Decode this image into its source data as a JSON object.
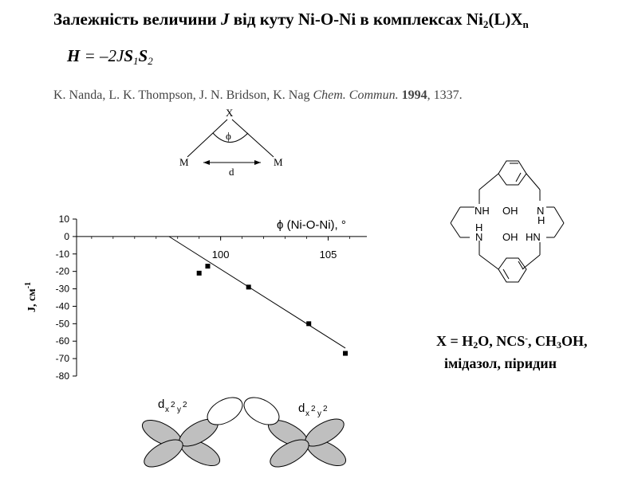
{
  "title": {
    "pre": "Залежність величини ",
    "J": "J",
    "mid": " від куту Ni-O-Ni в комплексах Ni",
    "sub2": "2",
    "after": "(L)X",
    "subn": "n"
  },
  "hamiltonian": {
    "lhs": "H",
    "eq": " = –2J",
    "S": "S",
    "sub1": "1",
    "sub2": "2"
  },
  "reference": {
    "authors": "K. Nanda, L. K. Thompson, J. N. Bridson, K. Nag ",
    "journal": "Chem. Commun.",
    "year": "1994",
    "pages": ", 1337."
  },
  "angle_diagram": {
    "x_label": "X",
    "phi_label": "ϕ",
    "m_left": "M",
    "m_right": "M",
    "d_label": "d"
  },
  "chart_data": {
    "type": "scatter",
    "xlabel": "ϕ (Ni-O-Ni), °",
    "ylabel": "J, см-1",
    "x_ticks": [
      100,
      105
    ],
    "y_ticks": [
      10,
      0,
      -10,
      -20,
      -30,
      -40,
      -50,
      -60,
      -70,
      -80
    ],
    "xlim": [
      93.3,
      106.8
    ],
    "ylim": [
      -80,
      10
    ],
    "points": [
      {
        "x": 99.0,
        "y": -21
      },
      {
        "x": 99.4,
        "y": -17
      },
      {
        "x": 101.3,
        "y": -29
      },
      {
        "x": 104.1,
        "y": -50
      },
      {
        "x": 105.8,
        "y": -67
      }
    ],
    "fit_line": {
      "x": [
        97.6,
        105.8
      ],
      "y": [
        0,
        -64
      ]
    }
  },
  "macrocycle": {
    "nh_top_left": "NH",
    "oh_top": "OH",
    "n_top_right": "N",
    "h_top_right": "H",
    "h_bot_left": "H",
    "n_bot_left": "N",
    "oh_bot": "OH",
    "hn_bot_right": "HN"
  },
  "x_list": {
    "line1_a": "X = H",
    "line1_sub2": "2",
    "line1_b": "O, NCS",
    "line1_sup": "-",
    "line1_c": ", CH",
    "line1_sub3": "3",
    "line1_d": "OH,",
    "line2": "імідазол, піридин"
  },
  "orbitals": {
    "left_d": "d",
    "left_sub": "x",
    "left_sup1": "2",
    "left_mid": "y",
    "left_sup2": "2",
    "right_d": "d",
    "right_sub": "x",
    "right_sup1": "2",
    "right_mid": "y",
    "right_sup2": "2"
  },
  "colors": {
    "lobe_fill": "#bfbfbf",
    "axis": "#000000",
    "reference_text": "#444444"
  }
}
